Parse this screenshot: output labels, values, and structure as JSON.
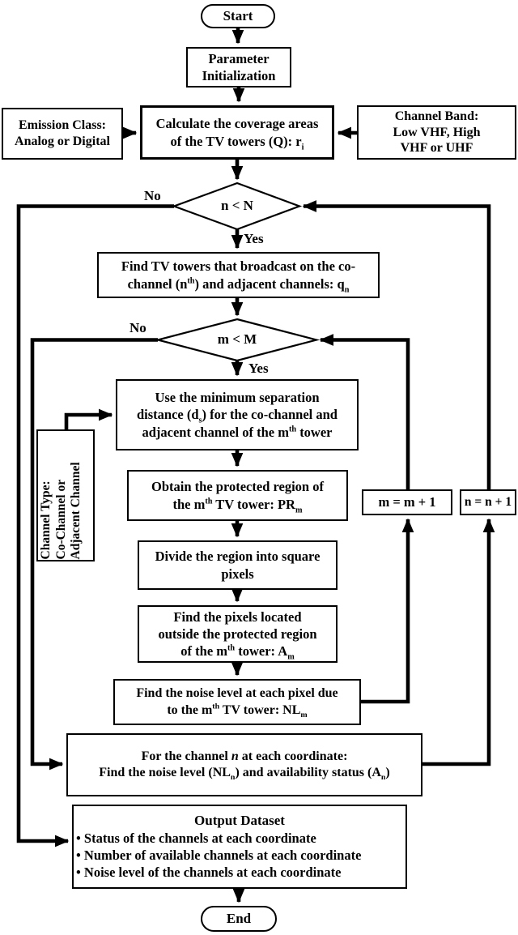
{
  "colors": {
    "line": "#000000",
    "background": "#ffffff"
  },
  "nodes": {
    "start": {
      "label": "Start"
    },
    "param": {
      "line1": "Parameter",
      "line2": "Initialization"
    },
    "emission": {
      "line1": "Emission Class:",
      "line2": "Analog or Digital"
    },
    "calculate": {
      "line1": "Calculate the coverage areas",
      "line2_pre": "of the TV towers (Q): r",
      "line2_sub": "i"
    },
    "channel_band": {
      "line1": "Channel Band:",
      "line2": "Low VHF, High",
      "line3": "VHF or UHF"
    },
    "decision_n": {
      "label": "n < N",
      "no": "No",
      "yes": "Yes"
    },
    "find_towers": {
      "line1": "Find TV towers that broadcast on the co-",
      "line2_pre": "channel (n",
      "line2_sup": "th",
      "line2_mid": ") and adjacent channels: q",
      "line2_sub": "n"
    },
    "decision_m": {
      "label": "m < M",
      "no": "No",
      "yes": "Yes"
    },
    "use_min": {
      "line1": "Use the minimum separation",
      "line2_pre": "distance (d",
      "line2_sub": "s",
      "line2_mid": ") for the co-channel and",
      "line3_pre": "adjacent channel of the m",
      "line3_sup": "th",
      "line3_end": " tower"
    },
    "channel_type": {
      "line1": "Channel Type:",
      "line2": "Co-Channel or",
      "line3": "Adjacent Channel"
    },
    "obtain": {
      "line1": "Obtain the protected region of",
      "line2_pre": "the m",
      "line2_sup": "th",
      "line2_mid": " TV tower: PR",
      "line2_sub": "m"
    },
    "m_inc": {
      "label": "m = m + 1"
    },
    "n_inc": {
      "label": "n = n + 1"
    },
    "divide": {
      "line1": "Divide the region into square",
      "line2": "pixels"
    },
    "find_pixels": {
      "line1": "Find the pixels located",
      "line2": "outside the protected region",
      "line3_pre": "of the m",
      "line3_sup": "th",
      "line3_mid": " tower: A",
      "line3_sub": "m"
    },
    "find_noise": {
      "line1": "Find the noise level at each pixel due",
      "line2_pre": "to the m",
      "line2_sup": "th",
      "line2_mid": " TV tower: NL",
      "line2_sub": "m"
    },
    "for_channel": {
      "line1_pre": "For the channel ",
      "line1_it": "n",
      "line1_post": " at each coordinate:",
      "line2_pre": "Find the noise level (NL",
      "line2_sub1": "n",
      "line2_mid": ") and availability status (A",
      "line2_sub2": "n",
      "line2_end": ")"
    },
    "output": {
      "title": "Output Dataset",
      "bullets": [
        "• Status of the channels at each coordinate",
        "• Number of available channels at each coordinate",
        "• Noise level of the channels at each coordinate"
      ]
    },
    "end": {
      "label": "End"
    }
  }
}
